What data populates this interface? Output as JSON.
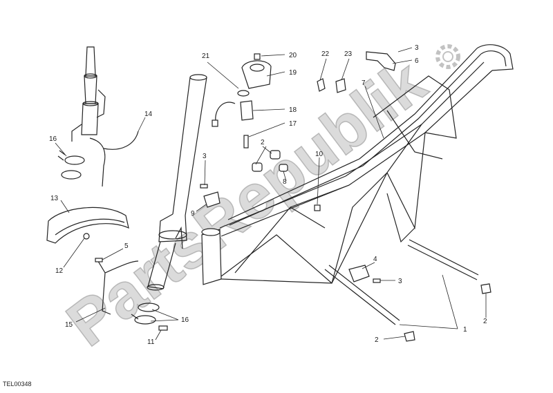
{
  "diagram": {
    "reference_code": "TEL00348",
    "watermark": "PartsRepublik",
    "callouts": [
      {
        "id": "c21",
        "label": "21"
      },
      {
        "id": "c20",
        "label": "20"
      },
      {
        "id": "c19",
        "label": "19"
      },
      {
        "id": "c18",
        "label": "18"
      },
      {
        "id": "c17",
        "label": "17"
      },
      {
        "id": "c22",
        "label": "22"
      },
      {
        "id": "c23",
        "label": "23"
      },
      {
        "id": "c3a",
        "label": "3"
      },
      {
        "id": "c6",
        "label": "6"
      },
      {
        "id": "c7",
        "label": "7"
      },
      {
        "id": "c14",
        "label": "14"
      },
      {
        "id": "c16a",
        "label": "16"
      },
      {
        "id": "c3b",
        "label": "3"
      },
      {
        "id": "c2a",
        "label": "2"
      },
      {
        "id": "c8",
        "label": "8"
      },
      {
        "id": "c10",
        "label": "10"
      },
      {
        "id": "c9",
        "label": "9"
      },
      {
        "id": "c13",
        "label": "13"
      },
      {
        "id": "c12",
        "label": "12"
      },
      {
        "id": "c5",
        "label": "5"
      },
      {
        "id": "c15",
        "label": "15"
      },
      {
        "id": "c16b",
        "label": "16"
      },
      {
        "id": "c11",
        "label": "11"
      },
      {
        "id": "c4",
        "label": "4"
      },
      {
        "id": "c3c",
        "label": "3"
      },
      {
        "id": "c1",
        "label": "1"
      },
      {
        "id": "c2b",
        "label": "2"
      },
      {
        "id": "c2c",
        "label": "2"
      }
    ]
  },
  "colors": {
    "line": "#222222",
    "watermark": "#bdbdbd",
    "background": "#ffffff"
  }
}
